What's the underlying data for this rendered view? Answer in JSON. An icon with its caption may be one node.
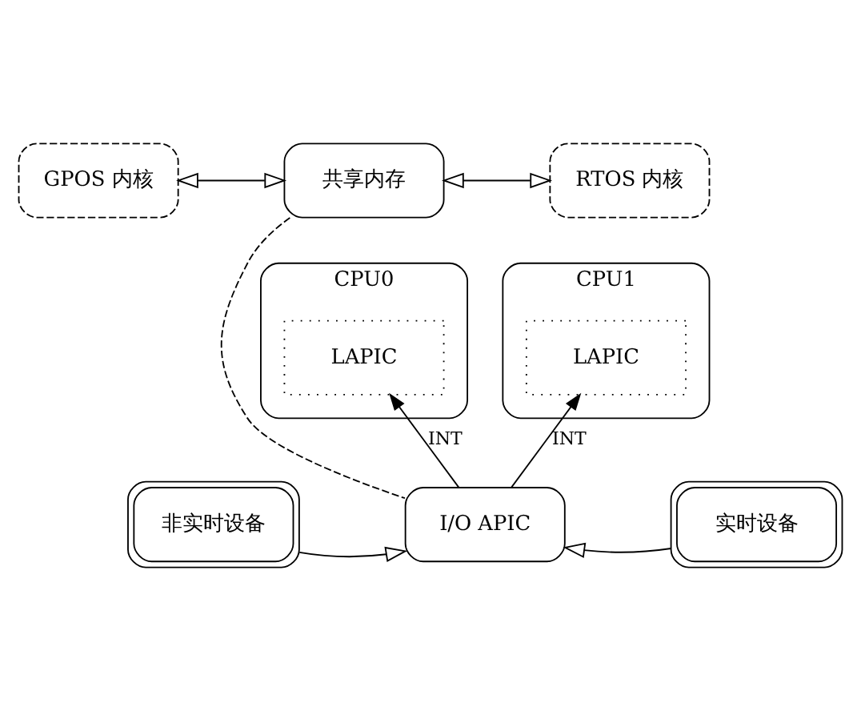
{
  "diagram": {
    "nodes": [
      {
        "text": [
          "GPOS 内核"
        ]
      },
      {
        "text": [
          "共享内存"
        ]
      },
      {
        "text": [
          "RTOS 内核"
        ]
      },
      {
        "text": [
          "CPU0"
        ]
      },
      {
        "text": [
          "LAPIC"
        ],
        "in": 3
      },
      {
        "text": [
          "CPU1"
        ]
      },
      {
        "text": [
          "LAPIC"
        ],
        "in": 5
      },
      {
        "text": [
          "非实时设备"
        ]
      },
      {
        "text": [
          "I/O APIC"
        ]
      },
      {
        "text": [
          "实时设备"
        ]
      }
    ],
    "edges": [
      {
        "from": 0,
        "to": 1,
        "arrow": "both"
      },
      {
        "from": 1,
        "to": 2,
        "arrow": "both"
      },
      {
        "from": 1,
        "to": 8,
        "arrow": "none",
        "style": "dashed"
      },
      {
        "from": 8,
        "to": 4,
        "arrow": "to",
        "label": "INT"
      },
      {
        "from": 8,
        "to": 6,
        "arrow": "to",
        "label": "INT"
      },
      {
        "from": 7,
        "to": 8,
        "arrow": "to"
      },
      {
        "from": 9,
        "to": 8,
        "arrow": "to"
      }
    ]
  }
}
